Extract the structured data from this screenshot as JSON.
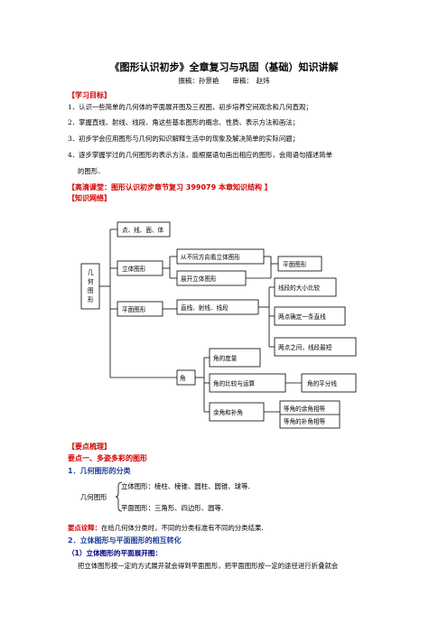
{
  "doc": {
    "title": "《图形认识初步》全章复习与巩固（基础）知识讲解",
    "authors": "撰稿：孙景艳　　审稿：　赵炜"
  },
  "objectives": {
    "heading": "【学习目标】",
    "items": [
      "1．认识一些简单的几何体的平面展开图及三视图，初步培养空间观念和几何直观；",
      "2．掌握直线、射线、线段、角这些基本图形的概念、性质、表示方法和画法；",
      "3．初步学会应用图形与几何的知识解释生活中的现象及解决简单的实际问题；",
      "4．逐步掌握学过的几何图形的表示方法，能根据语句画出相应的图形，会用语句描述简单",
      "的图形．"
    ]
  },
  "classroom": "【高清课堂：图形认识初步章节复习  399079   本章知识结构 】",
  "network_heading": "【知识网络】",
  "diagram": {
    "root": "几何图形",
    "level1": [
      "点、线、面、体",
      "立体图形",
      "平面图形",
      "角"
    ],
    "solid_children": [
      "从不同方向看立体图形",
      "展开立体图形"
    ],
    "plane_view": "平面图形",
    "plane_children": "直线、射线、线段",
    "line_props": [
      "线段的大小比较",
      "两点确定一条直线",
      "两点之间，线段最短"
    ],
    "angle_children": [
      "角的度量",
      "角的比较与运算",
      "余角和补角"
    ],
    "angle_bisector": "角的平分线",
    "complement_props": [
      "等角的余角相等",
      "等角的补角相等"
    ]
  },
  "keypoints": {
    "heading": "【要点梳理】",
    "point1_title": "要点一、多姿多彩的图形",
    "sub1_title": "1．几何图形的分类",
    "classify_label": "几何图形",
    "classify_solid": "立体图形：棱柱、棱锥、圆柱、圆锥、球等.",
    "classify_plane": "平面图形：三角形、四边形、圆等.",
    "note_label": "要点诠释：",
    "note_text": "在给几何体分类时，不同的分类标准有不同的分类结果.",
    "sub2_title": "2．立体图形与平面图形的相互转化",
    "sub2_1_title": "（1）立体图形的平面展开图：",
    "last_line": "把立体图形按一定的方式展开就会得到平面图形，把平面图形按一定的途径进行折叠就会"
  }
}
